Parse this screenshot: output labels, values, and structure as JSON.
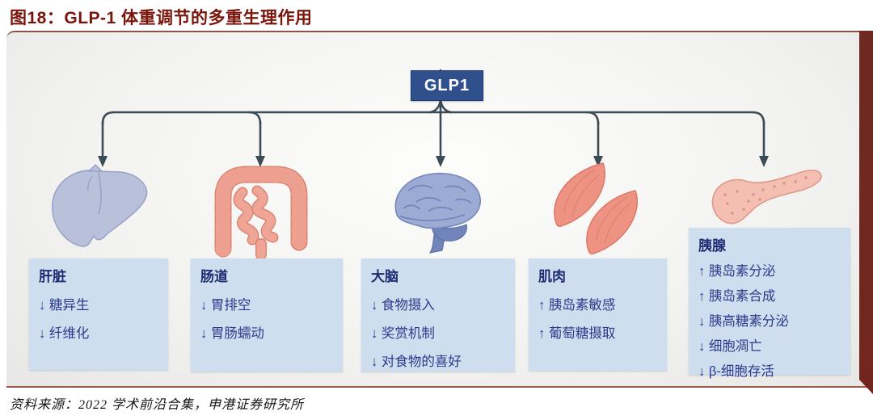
{
  "figure": {
    "title": "图18：GLP-1 体重调节的多重生理作用",
    "source_note": "资料来源：2022 学术前沿合集，申港证券研究所"
  },
  "diagram": {
    "root_label": "GLP1",
    "branches": [
      {
        "id": "liver",
        "icon": "liver-icon",
        "title": "肝脏",
        "effects": [
          "↓ 糖异生",
          "↓ 纤维化"
        ]
      },
      {
        "id": "intestine",
        "icon": "intestine-icon",
        "title": "肠道",
        "effects": [
          "↓ 胃排空",
          "↓ 胃肠蠕动"
        ]
      },
      {
        "id": "brain",
        "icon": "brain-icon",
        "title": "大脑",
        "effects": [
          "↓ 食物摄入",
          "↓ 奖赏机制",
          "↓ 对食物的喜好"
        ]
      },
      {
        "id": "muscle",
        "icon": "muscle-icon",
        "title": "肌肉",
        "effects": [
          "↑ 胰岛素敏感",
          "↑ 葡萄糖摄取"
        ]
      },
      {
        "id": "pancreas",
        "icon": "pancreas-icon",
        "title": "胰腺",
        "effects": [
          "↑ 胰岛素分泌",
          "↑ 胰岛素合成",
          "↓ 胰高糖素分泌",
          "↓ 细胞凋亡",
          "↓ β-细胞存活"
        ]
      }
    ],
    "colors": {
      "title_maroon": "#7a150c",
      "frame_maroon": "#6e2a22",
      "node_blue": "#2f4f8d",
      "connector_gray": "#3c4c56",
      "label_box_bg": "#cfdeee",
      "label_text_navy": "#2b3a8c",
      "liver_fill": "#b9c1da",
      "intestine_fill": "#f0a696",
      "brain_fill": "#9cabd4",
      "muscle_fill": "#ee9383",
      "pancreas_fill": "#f4bfb2"
    }
  }
}
